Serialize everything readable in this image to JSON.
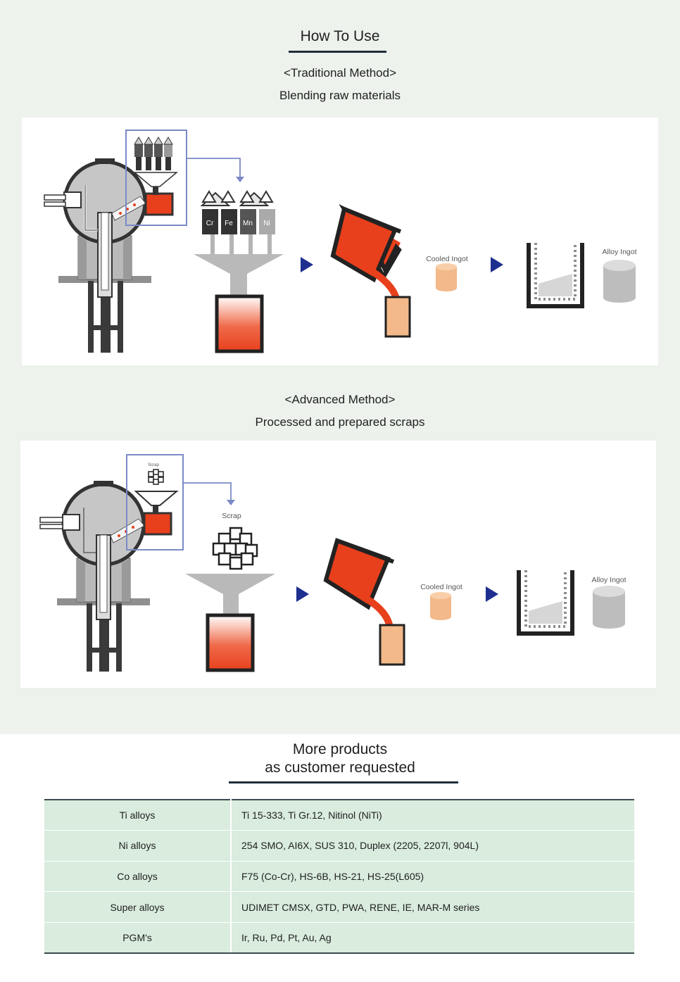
{
  "title": "How To Use",
  "traditional": {
    "heading": "<Traditional Method>",
    "subheading": "Blending raw materials",
    "elements": [
      "Cr",
      "Fe",
      "Mn",
      "Ni"
    ],
    "cooled_label": "Cooled Ingot",
    "alloy_label": "Alloy Ingot"
  },
  "advanced": {
    "heading": "<Advanced Method>",
    "subheading": "Processed and prepared scraps",
    "scrap_small_label": "Scrap",
    "scrap_label": "Scrap",
    "cooled_label": "Cooled Ingot",
    "alloy_label": "Alloy Ingot"
  },
  "more": {
    "line1": "More products",
    "line2": "as customer requested"
  },
  "products": [
    {
      "category": "Ti alloys",
      "items": "Ti 15-333, Ti Gr.12, Nitinol (NiTi)"
    },
    {
      "category": "Ni alloys",
      "items": "254 SMO, AI6X, SUS 310, Duplex (2205, 2207l, 904L)"
    },
    {
      "category": "Co alloys",
      "items": "F75 (Co-Cr), HS-6B, HS-21, HS-25(L605)"
    },
    {
      "category": "Super alloys",
      "items": "UDIMET CMSX, GTD, PWA, RENE, IE, MAR-M series"
    },
    {
      "category": "PGM's",
      "items": "Ir, Ru, Pd, Pt, Au, Ag"
    }
  ],
  "colors": {
    "background_top": "#edf2ed",
    "molten": "#e8401c",
    "ingot": "#f3b98a",
    "arrow": "#1f2f8f",
    "highlight_box": "#7a8ac7",
    "table_row": "#d9ecde"
  }
}
